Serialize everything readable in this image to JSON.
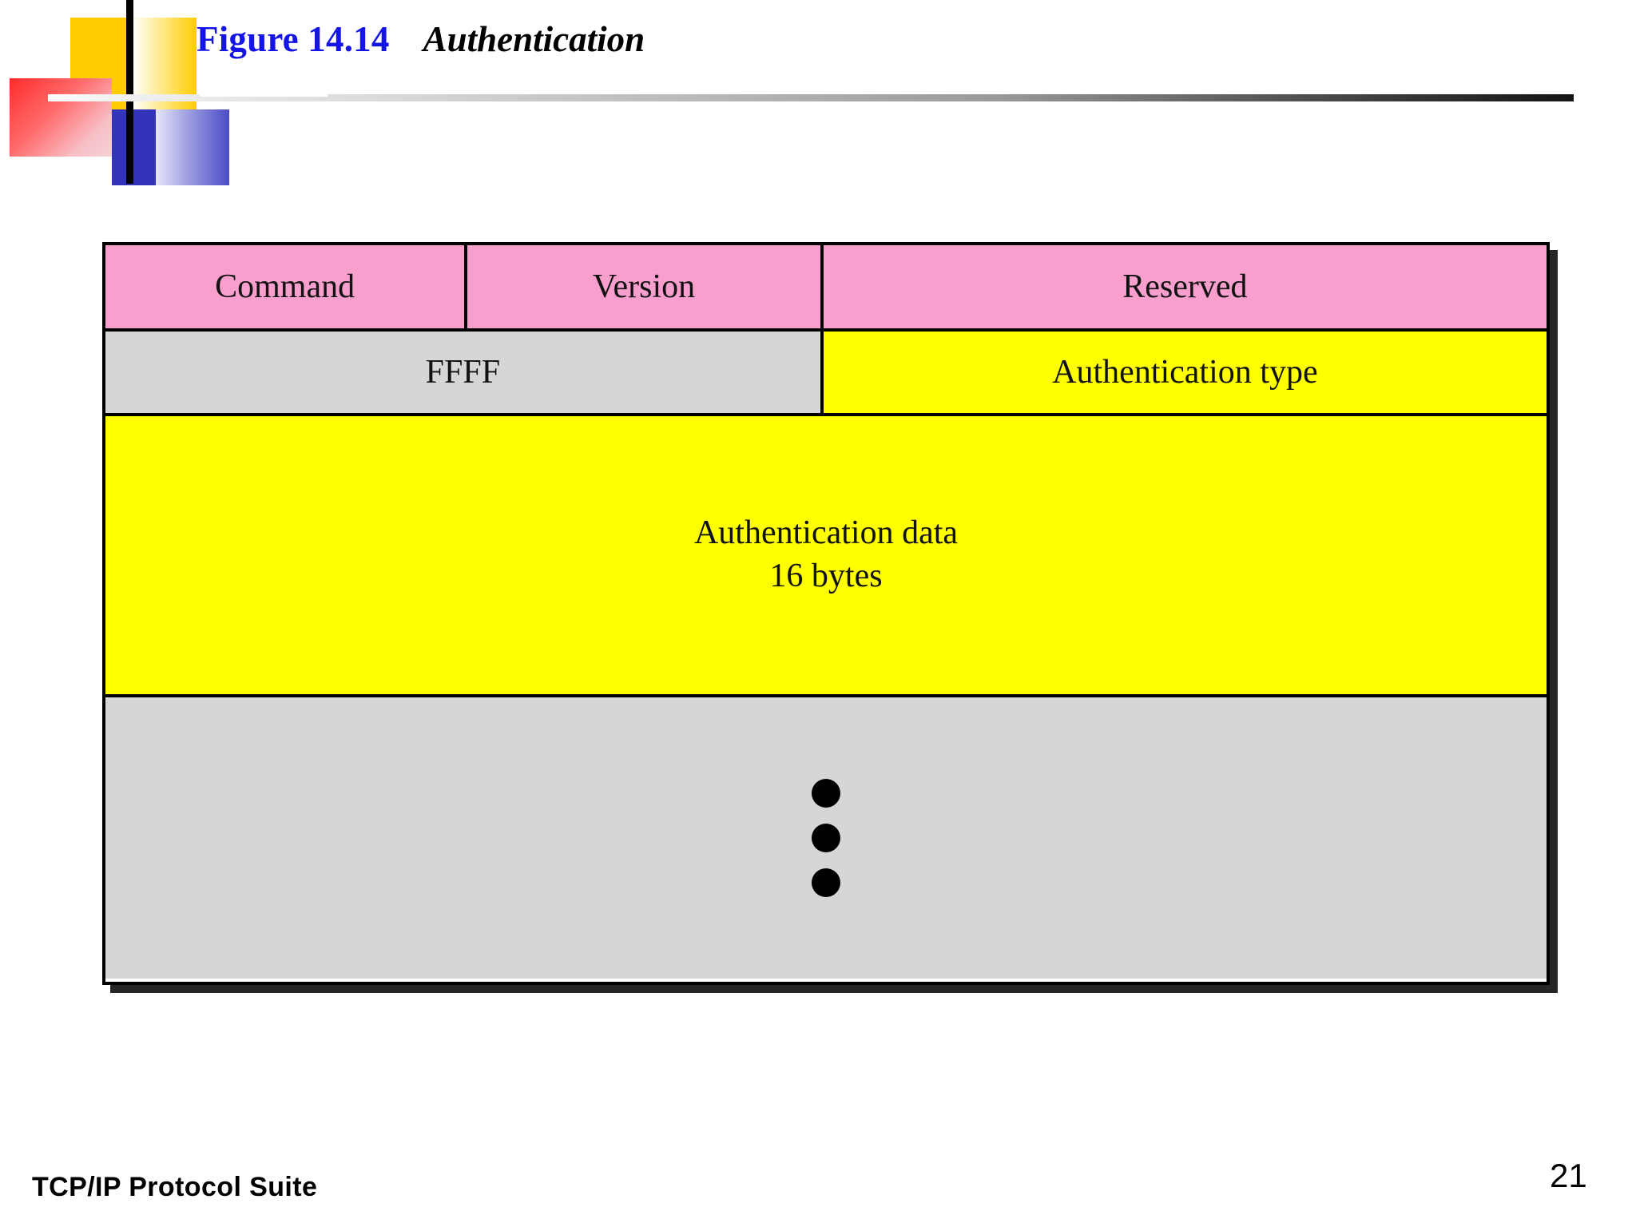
{
  "slide": {
    "title": {
      "figure_label": "Figure 14.14",
      "figure_name": "Authentication"
    },
    "footer": {
      "suite_label": "TCP/IP Protocol Suite",
      "page_number": "21"
    }
  },
  "colors": {
    "figure_label": "#1414E6",
    "pink_row": "#F99FCE",
    "gray_cell": "#D6D6D6",
    "yellow_cell": "#FFFF00",
    "border": "#000000",
    "deco_yellow": "#FFCC00",
    "deco_blue": "#3333BB",
    "deco_red": "#FF2B2B"
  },
  "diagram": {
    "name": "rip-authentication-message-format",
    "rows": [
      {
        "name": "header-row",
        "cells": [
          {
            "label": "Command",
            "fill": "pink"
          },
          {
            "label": "Version",
            "fill": "pink"
          },
          {
            "label": "Reserved",
            "fill": "pink"
          }
        ]
      },
      {
        "name": "auth-marker-row",
        "cells": [
          {
            "label": "FFFF",
            "fill": "gray"
          },
          {
            "label": "Authentication type",
            "fill": "yellow"
          }
        ]
      },
      {
        "name": "auth-data-row",
        "cells": [
          {
            "label_line1": "Authentication data",
            "label_line2": "16 bytes",
            "fill": "yellow"
          }
        ]
      },
      {
        "name": "continuation-row",
        "cells": [
          {
            "label": "",
            "fill": "gray",
            "glyph": "vertical-ellipsis",
            "dot_count": 3
          }
        ]
      }
    ]
  }
}
